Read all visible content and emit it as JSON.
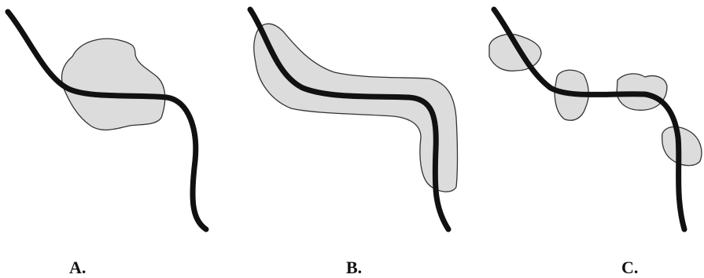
{
  "panels": [
    {
      "label": "A."
    },
    {
      "label": "B."
    },
    {
      "label": "C."
    }
  ],
  "colors": {
    "blob_fill": "#dcdcdc",
    "blob_stroke": "#333333",
    "curve": "#111111"
  }
}
